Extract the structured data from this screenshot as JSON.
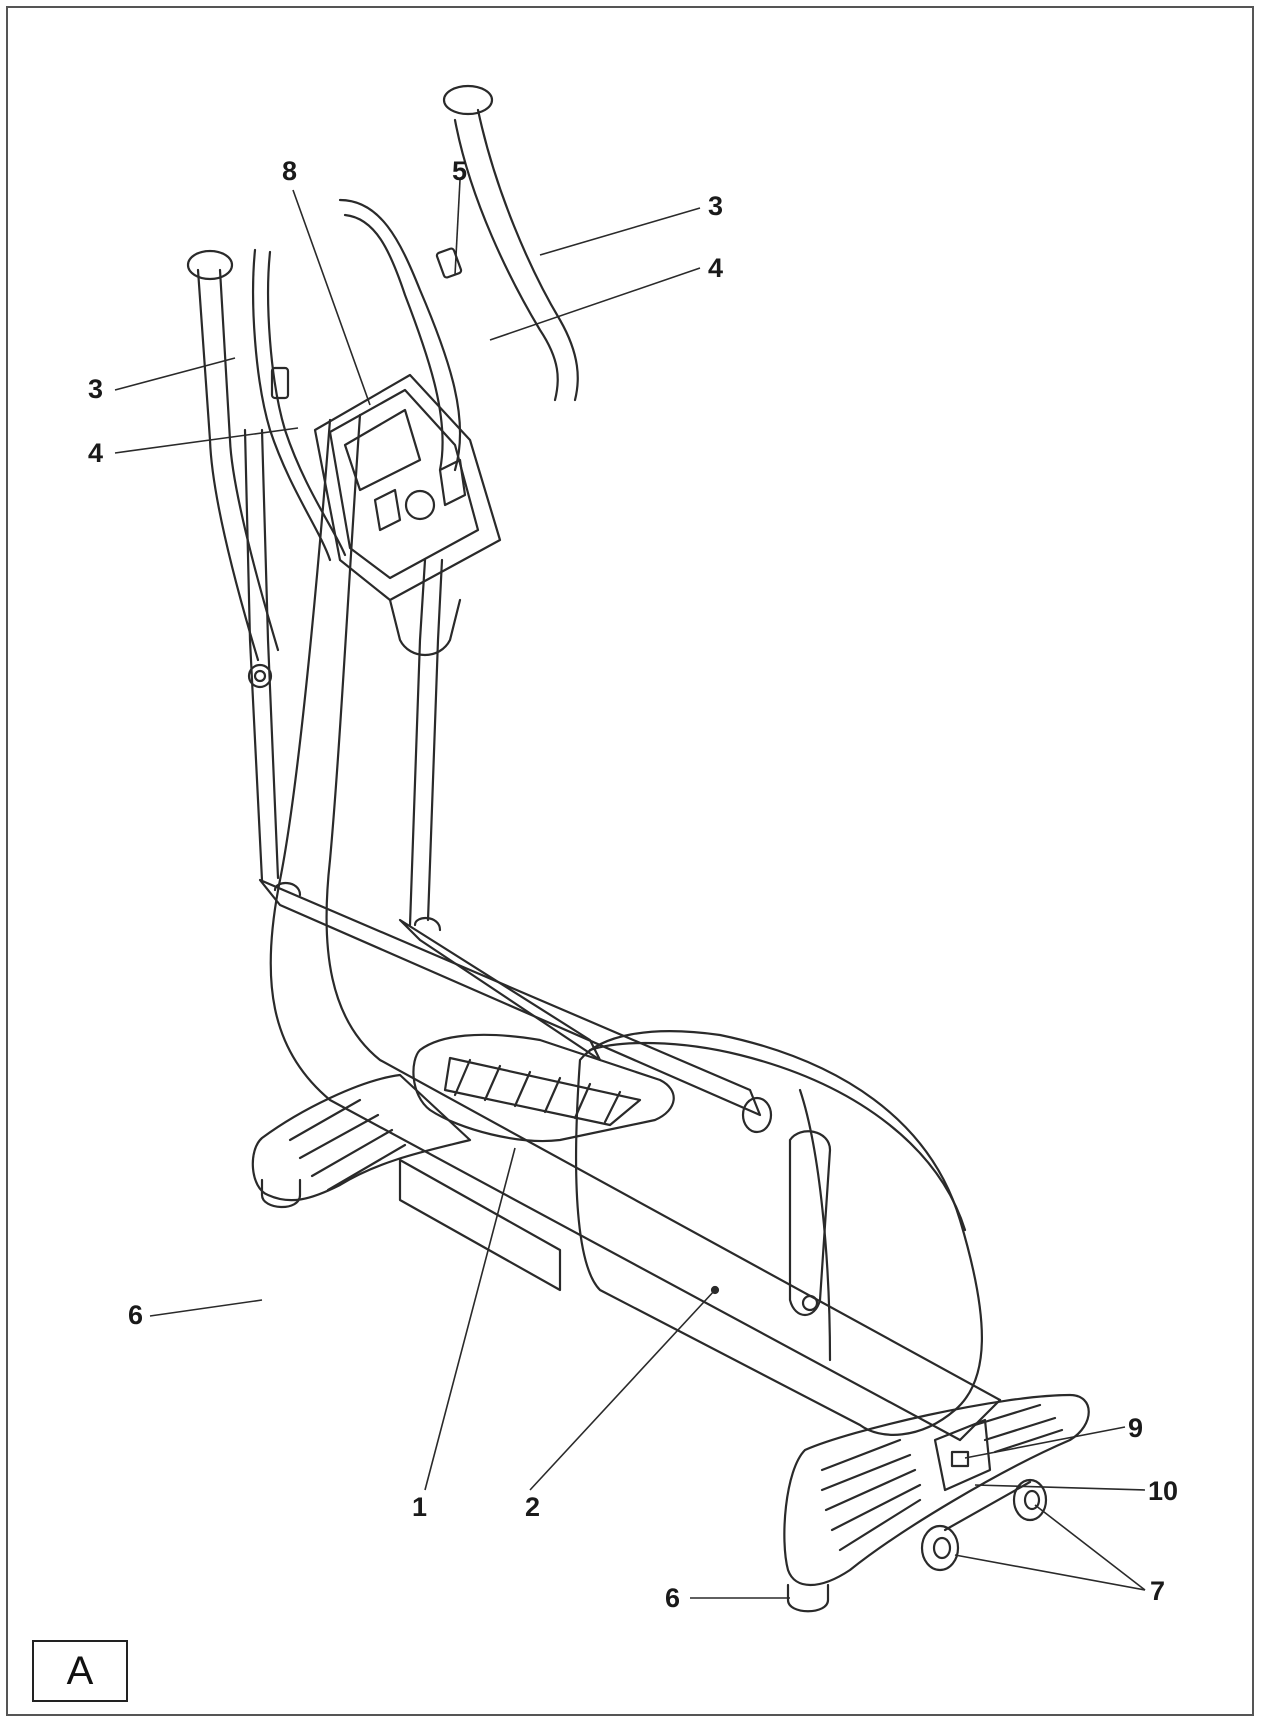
{
  "figure": {
    "label": "A"
  },
  "callouts": {
    "c1": "1",
    "c2": "2",
    "c3_left": "3",
    "c3_right": "3",
    "c4_left": "4",
    "c4_right": "4",
    "c5": "5",
    "c6_left": "6",
    "c6_right": "6",
    "c7": "7",
    "c8": "8",
    "c9": "9",
    "c10": "10"
  },
  "colors": {
    "line": "#2a2a2a",
    "frame": "#555555"
  }
}
